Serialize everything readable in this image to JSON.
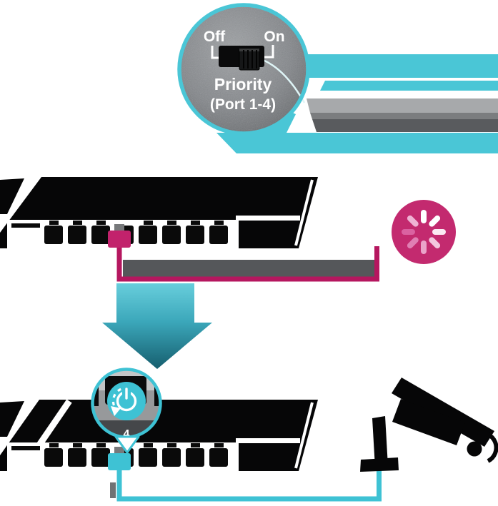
{
  "callout_dial": {
    "off_label": "Off",
    "on_label": "On",
    "feature_name": "Priority",
    "feature_scope": "(Port 1-4)",
    "switch_state": "On"
  },
  "priority_badge": {
    "port_number": "4"
  },
  "colors": {
    "teal": "#4AC6D6",
    "teal_cable": "#3EC2D4",
    "arrow_top": "#68CEDC",
    "arrow_bottom": "#165E6E",
    "magenta_spinner": "#C32A6F",
    "pink_cable": "#B5175F",
    "band_gray_light": "#A7A9AB",
    "band_gray_mid": "#7B7D7F",
    "band_gray_dark": "#595B5E",
    "shadow_gray": "#55575A",
    "device_black": "#060607"
  },
  "icons": [
    "toggle-switch-icon",
    "loading-spinner-icon",
    "down-arrow-icon",
    "priority-timer-icon",
    "ip-camera-icon"
  ]
}
